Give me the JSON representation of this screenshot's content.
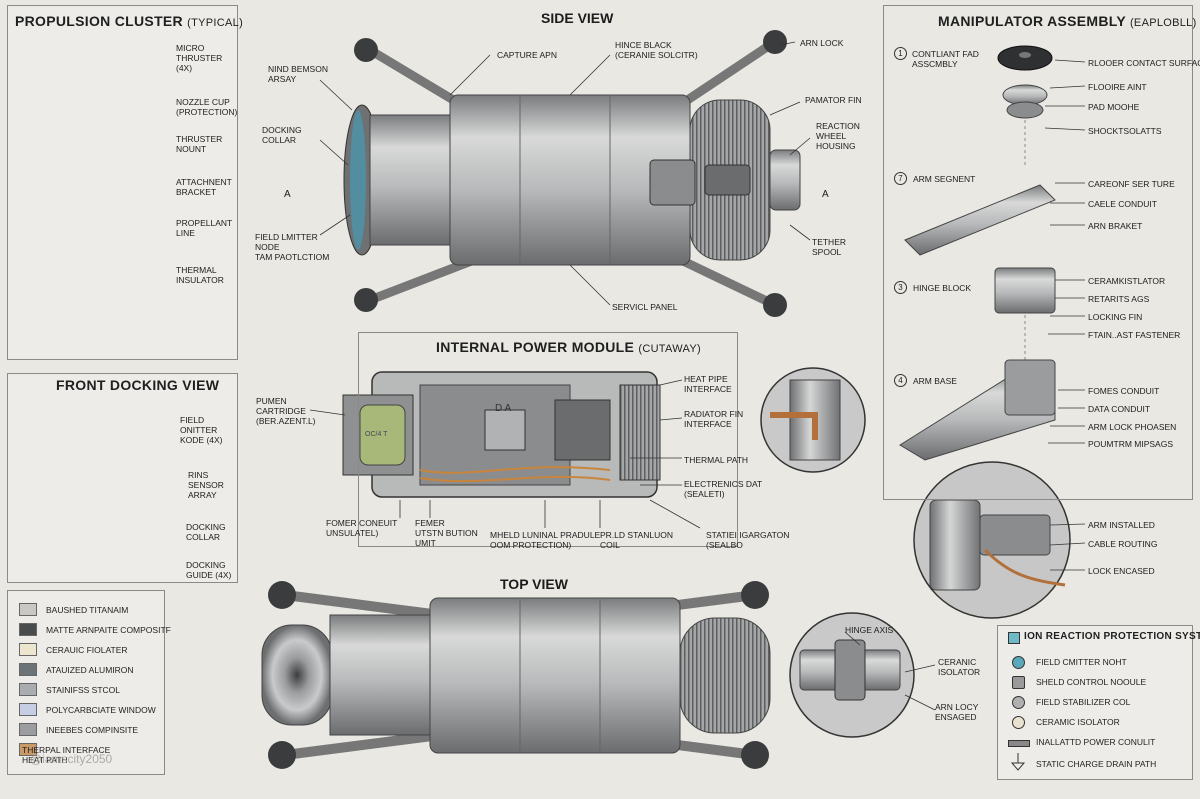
{
  "panels": {
    "propulsion": {
      "title": "PROPULSION CLUSTER",
      "subtitle": "(TYPICAL)"
    },
    "front_docking": {
      "title": "FRONT DOCKING VIEW"
    },
    "side_view": {
      "title": "SIDE VIEW"
    },
    "internal_power": {
      "title": "INTERNAL POWER MODULE",
      "subtitle": "(CUTAWAY)"
    },
    "top_view": {
      "title": "TOP VIEW"
    },
    "manipulator": {
      "title": "MANIPULATOR ASSEMBLY",
      "subtitle": "(EAPLOBLL)"
    },
    "ion_reaction": {
      "title": "ION REACTION PROTECTION SYSTEN"
    }
  },
  "propulsion_labels": [
    "MICRO\nTHRUSTER\n(4X)",
    "NOZZLE CUP\n(PROTECTION)",
    "THRUSTER\nNOUNT",
    "ATTACHNENT\nBRACKET",
    "PROPELLANT\nLINE",
    "THERMAL\nINSULATOR"
  ],
  "front_labels": [
    "FIELD\nONITTER\nKODE (4X)",
    "RINS\nSENSOR\nARRAY",
    "DOCKING\nCOLLAR",
    "DOCKING\nGUIDE (4X)"
  ],
  "side_labels": [
    "NIND BEMSON\nARSAY",
    "CAPTURE APN",
    "HINCE BLACK\n(CERANIE SOLCITR)",
    "ARN LOCK",
    "PAMATOR FIN",
    "REACTION\nWHEEL\nHOUSING",
    "DOCKING\nCOLLAR",
    "A",
    "A",
    "FIELD LMITTER\nNODE\nTAM PAOTLCTIOM",
    "TETHER\nSPOOL",
    "SERVICL PANEL"
  ],
  "power_labels": [
    "PUMEN\nCARTRIDGE\n(BER.AZENT.L)",
    "HEAT PIPE\nINTERFACE",
    "RADIATOR FIN\nINTERFACE",
    "THERMAL PATH",
    "ELECTRENICS DAT\n(SEALETI)",
    "FOMER CONEUIT\nUNSULATEL)",
    "FEMER\nUTSTN BUTION\nUMIT",
    "MHELD LUNINAL PRADULE\nOOM PROTECTION)",
    "PR.LD STANLUON\nCOIL",
    "STATIEI IGARGATON\n(SEALBO"
  ],
  "manip_labels": [
    "CONTLIANT FAD\nASSCMBLY",
    "RLOOER CONTACT SURFACE",
    "FLOOIRE AINT",
    "PAD MOOHE",
    "SHOCKTSOLATTS",
    "ARM SEGNENT",
    "CAREONF SER TURE",
    "CAELE CONDUIT",
    "ARN BRAKET",
    "HINGE BLOCK",
    "CERAMKISTLATOR",
    "RETARITS AGS",
    "LOCKING FIN",
    "FTAIN..AST FASTENER",
    "ARM BASE",
    "FOMES CONDUIT",
    "DATA CONDUIT",
    "ARM LOCK PHOASEN",
    "POUMTRM MIPSAGS"
  ],
  "manip_numbers": [
    "1",
    "7",
    "3",
    "4"
  ],
  "detail_labels": [
    "ARM INSTALLED",
    "CABLE ROUTING",
    "LOCK ENCASED"
  ],
  "hinge_labels": [
    "HINGE AXIS",
    "CERANIC\nISOLATOR",
    "ARN LOCY\nENSAGED"
  ],
  "materials": [
    {
      "name": "BAUSHED TITANAIM",
      "color": "#c9c8c4"
    },
    {
      "name": "MATTE ARNPAITE COMPOSITF",
      "color": "#4a4b4d"
    },
    {
      "name": "CERAUIC FIOLATER",
      "color": "#ece6cf"
    },
    {
      "name": "ATAUIZED ALUMIRON",
      "color": "#6d7478"
    },
    {
      "name": "STAINIFSS STCOL",
      "color": "#a9adb0"
    },
    {
      "name": "POLYCARBCIATE WINDOW",
      "color": "#c8cde6"
    },
    {
      "name": "INEEBES COMPINSITE",
      "color": "#9b9da0"
    },
    {
      "name": "THERPAL INTERFACE\nHEAT PATH",
      "color": "#c99a68"
    }
  ],
  "ion_items": [
    {
      "name": "FIELD CMITTER NOHT",
      "icon": "emitter-node-icon",
      "color": "#5aa8b8"
    },
    {
      "name": "SHELD CONTROL NOOULE",
      "icon": "control-module-icon",
      "color": "#9a9a9a"
    },
    {
      "name": "FIELD STABILIZER COL",
      "icon": "stabilizer-coil-icon",
      "color": "#b0b0b0"
    },
    {
      "name": "CERAMIC ISOLATOR",
      "icon": "ceramic-isolator-icon",
      "color": "#e8e2cf"
    },
    {
      "name": "INALLATTD POWER CONULIT",
      "icon": "power-conduit-icon",
      "color": "#888"
    },
    {
      "name": "STATIC CHARGE DRAIN PATH",
      "icon": "drain-path-icon",
      "color": "#555"
    }
  ],
  "ion_header_color": "#6fb9c6",
  "watermark": "@iamscity2050",
  "cutaway_markings": [
    "OC/4 T",
    "D A"
  ]
}
